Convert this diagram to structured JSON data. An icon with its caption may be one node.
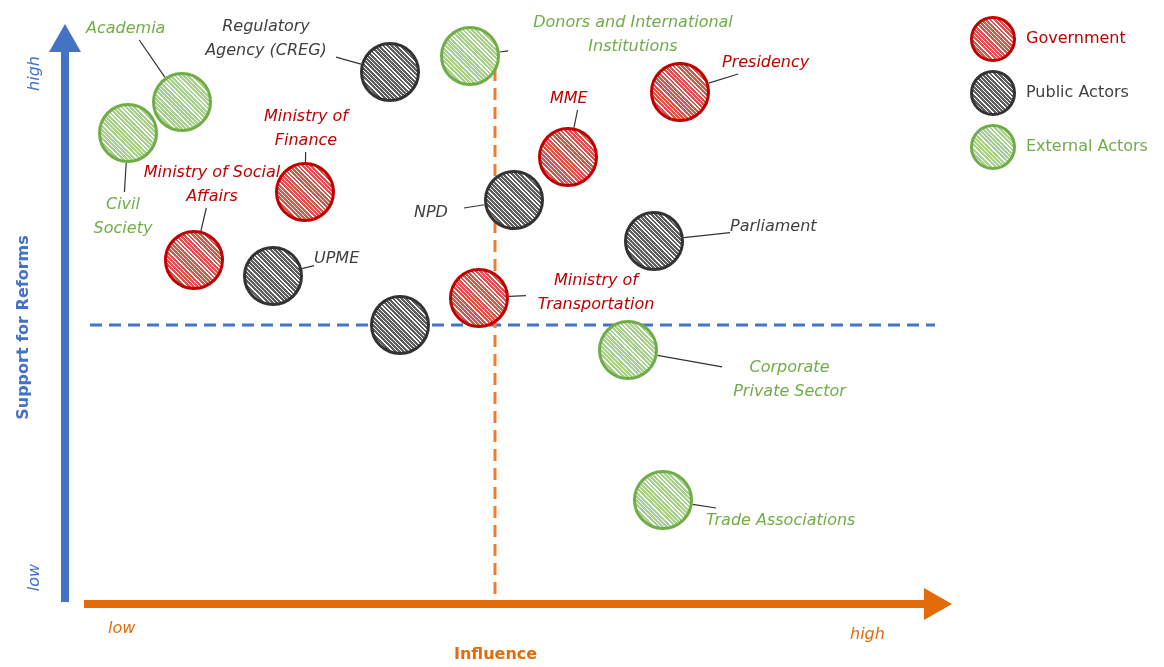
{
  "diagram": {
    "nodes": [
      {
        "text": [
          "Academia"
        ]
      },
      {
        "text": [],
        "shape": "circle"
      },
      {
        "text": [
          "Regulatory Agency (CREG)"
        ]
      },
      {
        "text": [],
        "shape": "circle"
      },
      {
        "text": [
          "Donors and International Institutions"
        ]
      },
      {
        "text": [],
        "shape": "circle"
      },
      {
        "text": [
          "Presidency"
        ]
      },
      {
        "text": [],
        "shape": "circle"
      },
      {
        "text": [
          "Civil Society"
        ]
      },
      {
        "text": [],
        "shape": "circle"
      },
      {
        "text": [
          "Ministry of Finance"
        ]
      },
      {
        "text": [],
        "shape": "circle"
      },
      {
        "text": [
          "MME"
        ]
      },
      {
        "text": [],
        "shape": "circle"
      },
      {
        "text": [
          "Ministry of Social Affairs"
        ]
      },
      {
        "text": [],
        "shape": "circle"
      },
      {
        "text": [
          "NPD"
        ]
      },
      {
        "text": [],
        "shape": "circle"
      },
      {
        "text": [
          "Parliament"
        ]
      },
      {
        "text": [],
        "shape": "circle"
      },
      {
        "text": [
          "UPME"
        ]
      },
      {
        "text": [],
        "shape": "circle"
      },
      {
        "text": [
          "Ministry of Transportation"
        ]
      },
      {
        "text": [],
        "shape": "circle"
      },
      {
        "text": [],
        "shape": "circle"
      },
      {
        "text": [
          "Corporate Private Sector"
        ]
      },
      {
        "text": [],
        "shape": "circle"
      },
      {
        "text": [
          "Trade Associations"
        ]
      },
      {
        "text": [],
        "shape": "circle"
      }
    ],
    "edges": [
      {
        "from": 0,
        "to": 1,
        "arrow": "none"
      },
      {
        "from": 2,
        "to": 3,
        "arrow": "none"
      },
      {
        "from": 4,
        "to": 5,
        "arrow": "none"
      },
      {
        "from": 6,
        "to": 7,
        "arrow": "none"
      },
      {
        "from": 8,
        "to": 9,
        "arrow": "none"
      },
      {
        "from": 10,
        "to": 11,
        "arrow": "none"
      },
      {
        "from": 12,
        "to": 13,
        "arrow": "none"
      },
      {
        "from": 14,
        "to": 15,
        "arrow": "none"
      },
      {
        "from": 16,
        "to": 17,
        "arrow": "none"
      },
      {
        "from": 18,
        "to": 19,
        "arrow": "none"
      },
      {
        "from": 20,
        "to": 21,
        "arrow": "none"
      },
      {
        "from": 22,
        "to": 23,
        "arrow": "none"
      },
      {
        "from": 25,
        "to": 26,
        "arrow": "none"
      },
      {
        "from": 27,
        "to": 28,
        "arrow": "none"
      }
    ],
    "labels": [
      "high",
      "Support for Reforms",
      "low",
      "low",
      "high",
      "Influence"
    ],
    "legend": [
      {
        "text": "Government",
        "color": "#d9534f"
      },
      {
        "text": "Public Actors",
        "color": "#5f5f5f"
      },
      {
        "text": "External Actors",
        "color": "#a9d18e"
      }
    ]
  }
}
